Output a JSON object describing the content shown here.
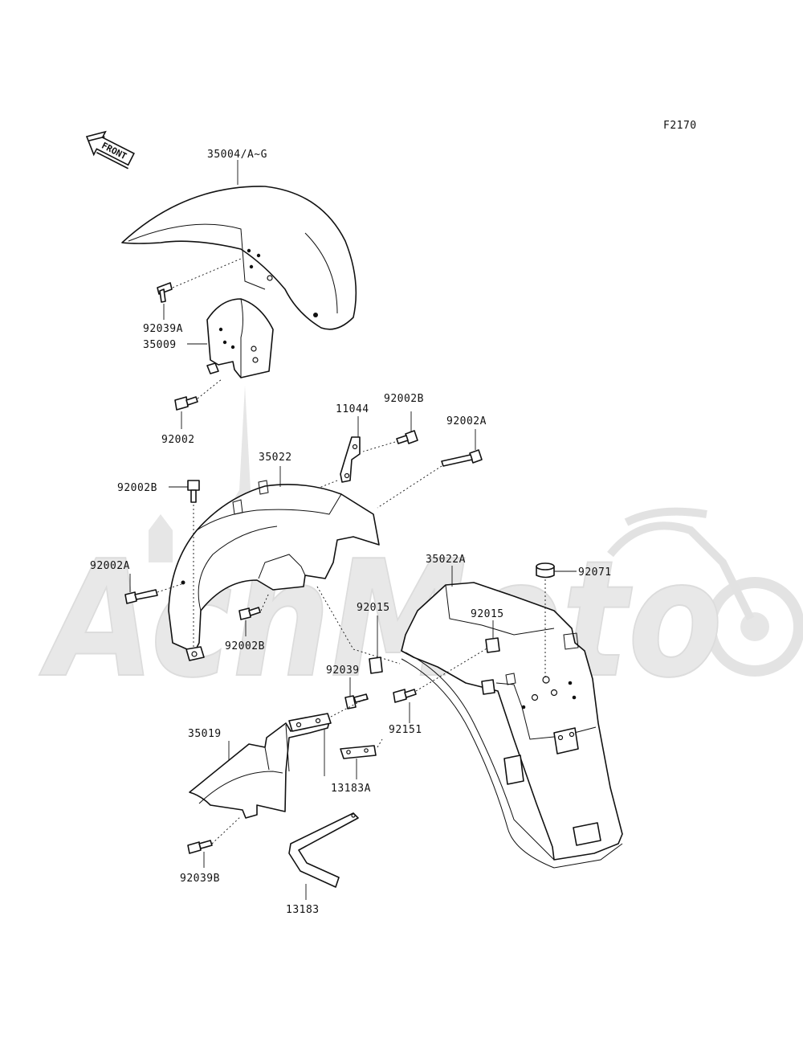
{
  "figure_code": "F2170",
  "front_arrow_label": "FRONT",
  "watermark_text": "AchMoto",
  "labels": {
    "p35004": "35004/A~G",
    "p92039A": "92039A",
    "p35009": "35009",
    "p92002": "92002",
    "p11044": "11044",
    "p92002B_top": "92002B",
    "p92002A_top": "92002A",
    "p35022": "35022",
    "p92002B_left": "92002B",
    "p92002A_left": "92002A",
    "p92002B_mid": "92002B",
    "p35022A": "35022A",
    "p92071": "92071",
    "p92015_left": "92015",
    "p92015_right": "92015",
    "p92039": "92039",
    "p92151": "92151",
    "p35019": "35019",
    "p13183A": "13183A",
    "p92039B": "92039B",
    "p13183": "13183"
  }
}
